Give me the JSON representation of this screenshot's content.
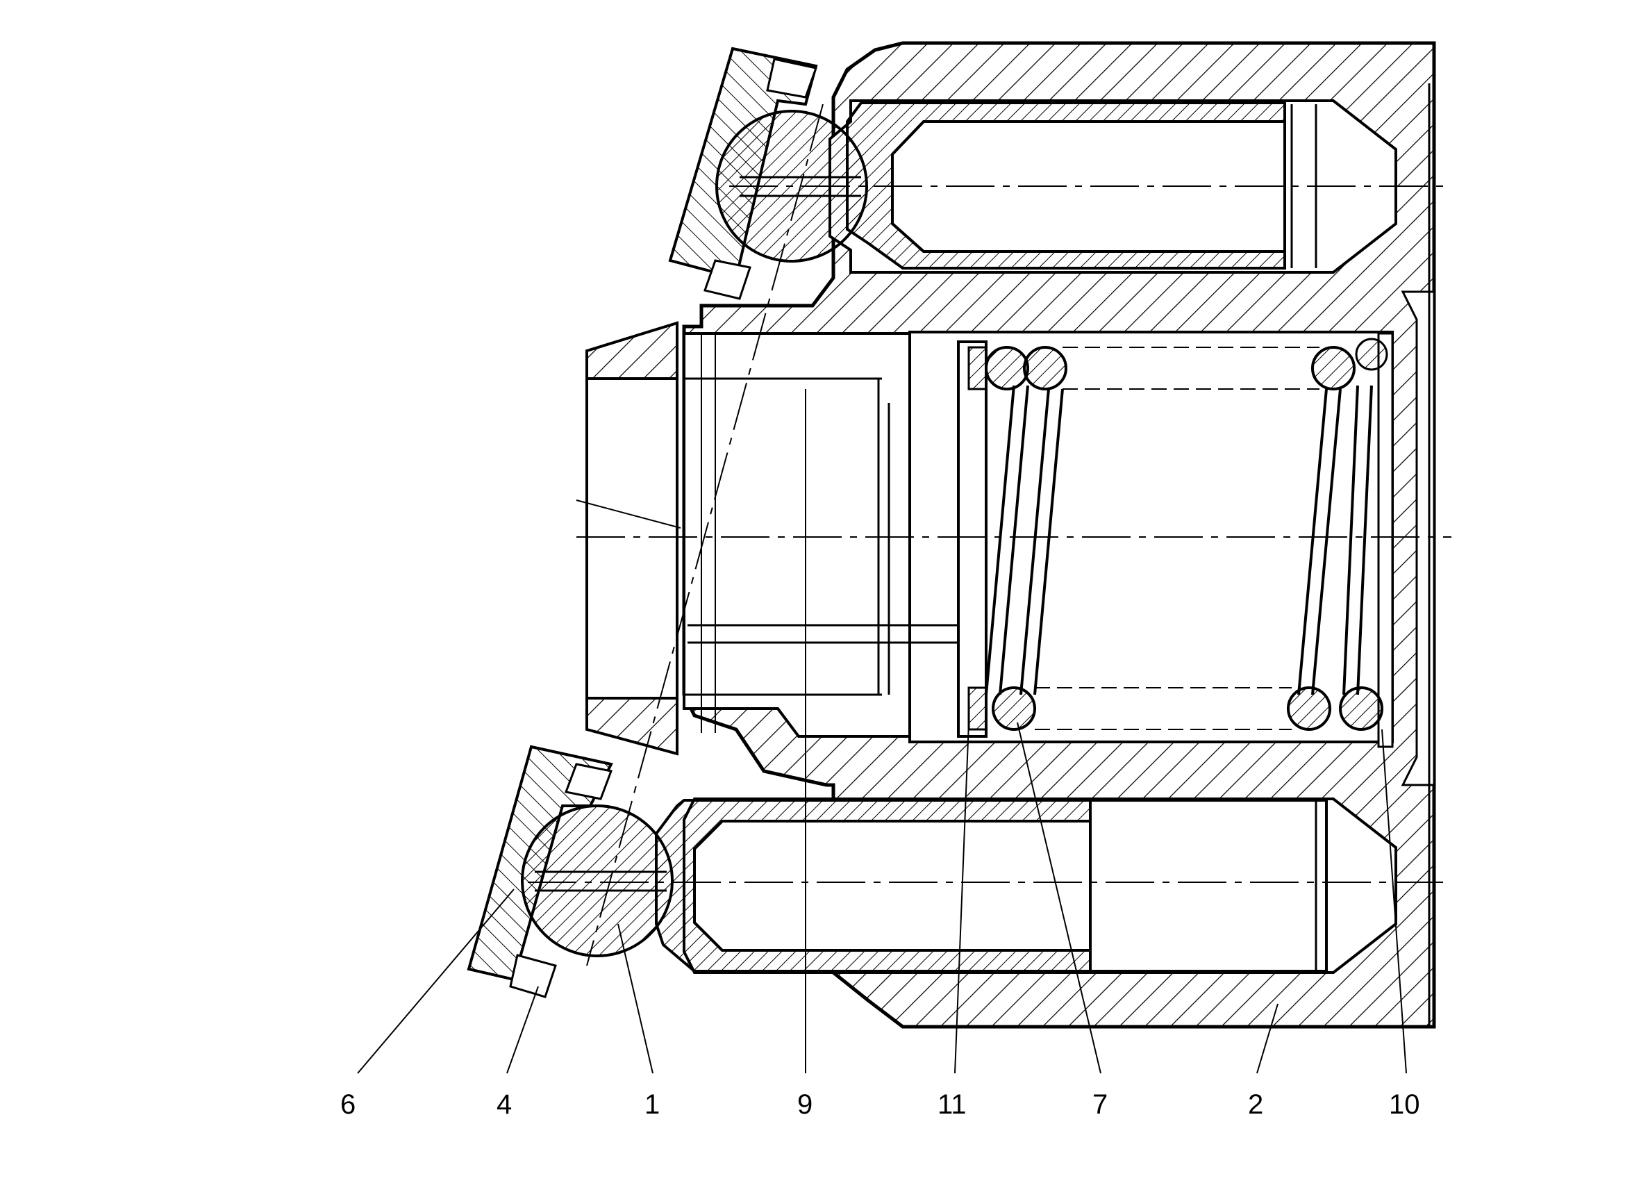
{
  "diagram": {
    "labels": [
      {
        "id": "6",
        "text": "6"
      },
      {
        "id": "4",
        "text": "4"
      },
      {
        "id": "1",
        "text": "1"
      },
      {
        "id": "9",
        "text": "9"
      },
      {
        "id": "11",
        "text": "11"
      },
      {
        "id": "7",
        "text": "7"
      },
      {
        "id": "2",
        "text": "2"
      },
      {
        "id": "10",
        "text": "10"
      }
    ],
    "colors": {
      "line": "#000000",
      "background": "#ffffff"
    }
  }
}
